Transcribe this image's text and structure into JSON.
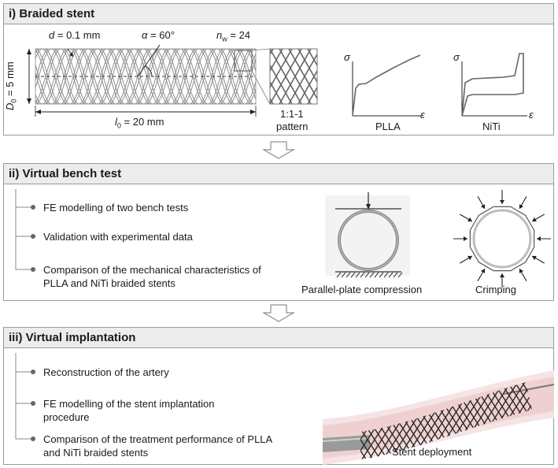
{
  "panels": {
    "braided": {
      "title": "i) Braided stent",
      "d_label": "= 0.1 mm",
      "d_sym": "d",
      "alpha_label": "= 60°",
      "alpha_sym": "α",
      "nw_label": "= 24",
      "nw_sym": "n",
      "nw_sub": "w",
      "D0_sym": "D",
      "D0_sub": "0",
      "D0_label": "= 5 mm",
      "l0_sym": "l",
      "l0_sub": "0",
      "l0_label": "= 20 mm",
      "pattern_line1": "1:1-1",
      "pattern_line2": "pattern",
      "sigma": "σ",
      "epsilon": "ε",
      "plla": "PLLA",
      "niti": "NiTi"
    },
    "bench": {
      "title": "ii) Virtual bench test",
      "items": [
        "FE modelling of two bench tests",
        "Validation with experimental data",
        "Comparison of the mechanical characteristics of PLLA and NiTi braided stents"
      ],
      "fig1_caption": "Parallel-plate compression",
      "fig2_caption": "Crimping"
    },
    "implant": {
      "title": "iii) Virtual implantation",
      "items": [
        "Reconstruction of the artery",
        "FE modelling of the stent implantation procedure",
        "Comparison of the treatment performance of PLLA and NiTi braided stents"
      ],
      "fig_caption": "Stent deployment"
    }
  }
}
